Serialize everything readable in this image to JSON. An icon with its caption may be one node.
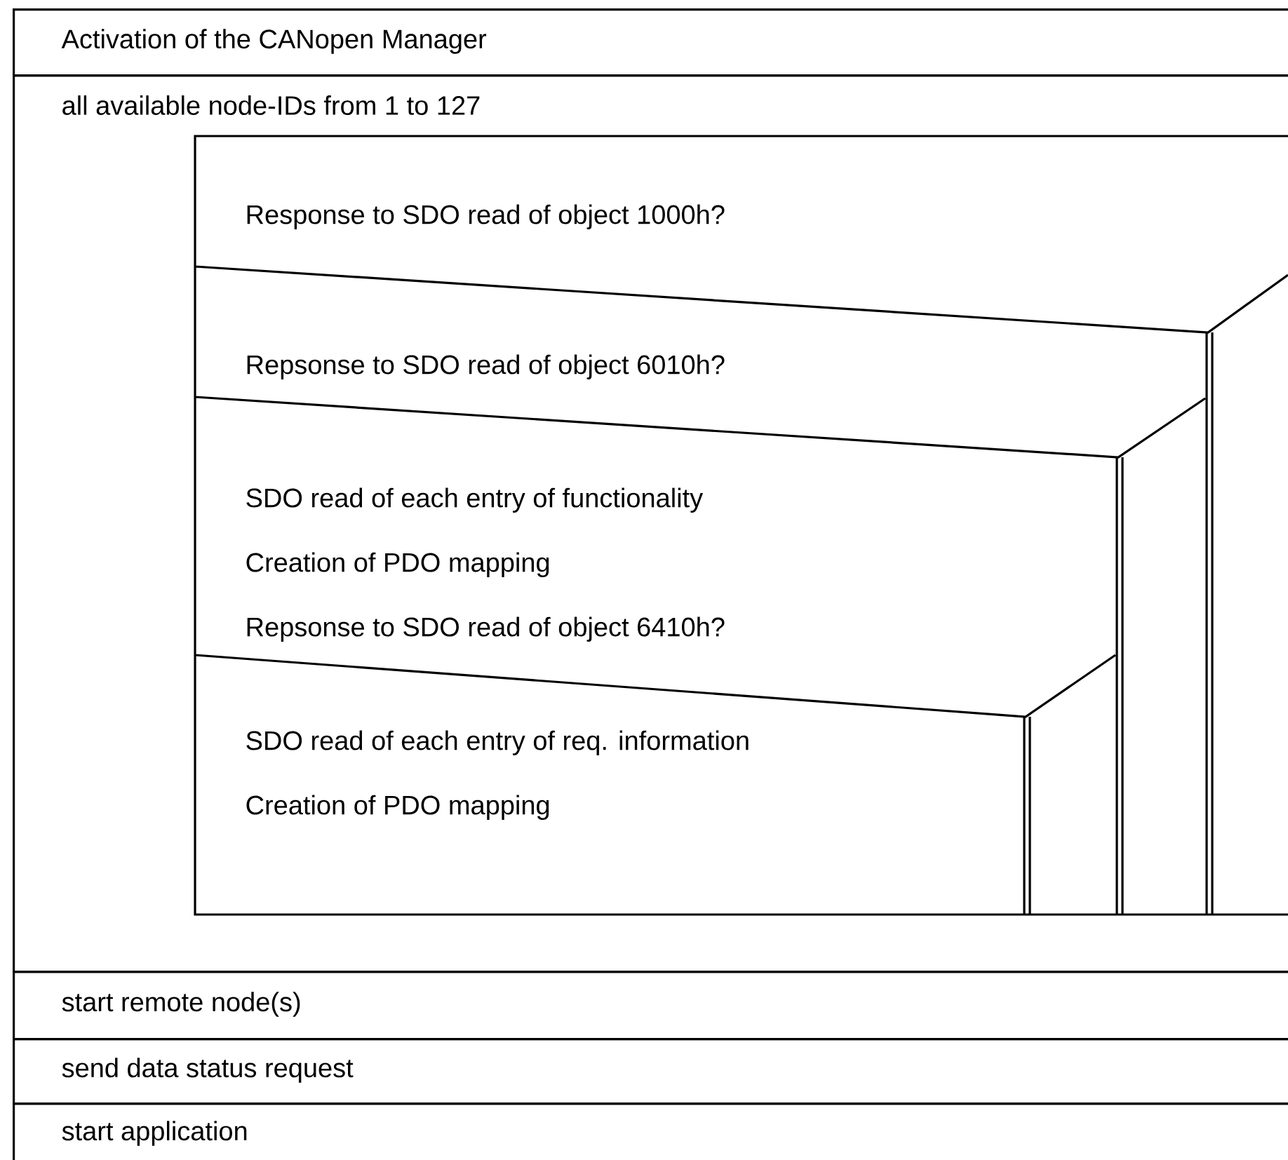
{
  "diagram": {
    "nodes": [
      {
        "text": [
          "Activation of the CANopen Manager"
        ]
      },
      {
        "text": [
          "all available node-IDs from 1 to 127"
        ]
      },
      {
        "text": [
          "Response to SDO read of object 1000h?"
        ],
        "in": 1
      },
      {
        "text": [
          "Repsonse to SDO read of object 6010h?"
        ],
        "in": 1
      },
      {
        "text": [
          "SDO read of each entry of functionality",
          "Creation of PDO mapping",
          "Repsonse to SDO read of object 6410h?"
        ],
        "in": 1
      },
      {
        "text": [
          "SDO read of each entry of req. information",
          "Creation of PDO mapping"
        ],
        "in": 1
      },
      {
        "text": [
          "start remote node(s)"
        ]
      },
      {
        "text": [
          "send data status request"
        ]
      },
      {
        "text": [
          "start application"
        ]
      }
    ]
  }
}
